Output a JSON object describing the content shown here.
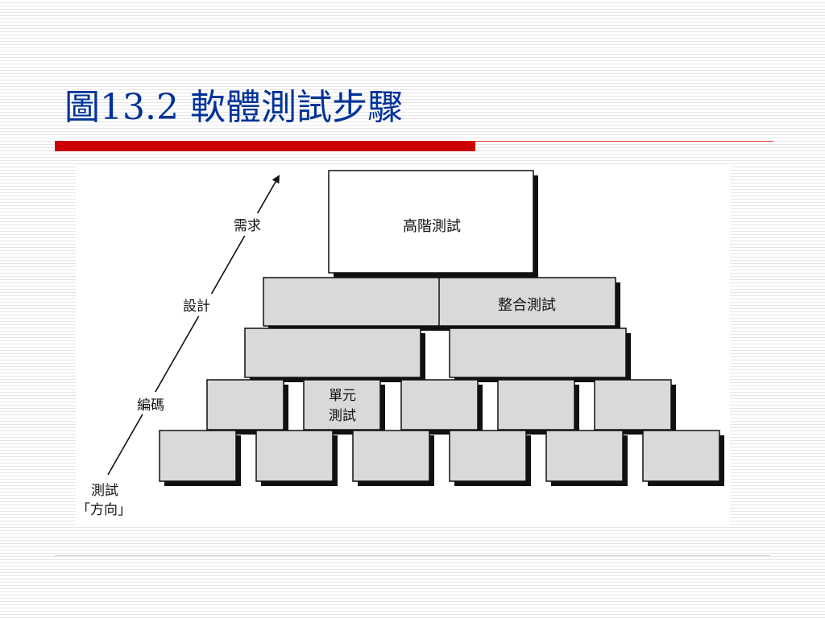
{
  "slide": {
    "title": "圖13.2 軟體測試步驟"
  },
  "diagram": {
    "axis_labels": {
      "requirements": "需求",
      "design": "設計",
      "coding": "編碼",
      "direction_line1": "測試",
      "direction_line2": "「方向」"
    },
    "blocks": {
      "high_level": "高階測試",
      "integration": "整合測試",
      "unit_line1": "單元",
      "unit_line2": "測試"
    }
  },
  "colors": {
    "title": "#003399",
    "accent_bar": "#cc0000",
    "block_fill": "#d9d9d9",
    "block_shadow": "#000000"
  }
}
